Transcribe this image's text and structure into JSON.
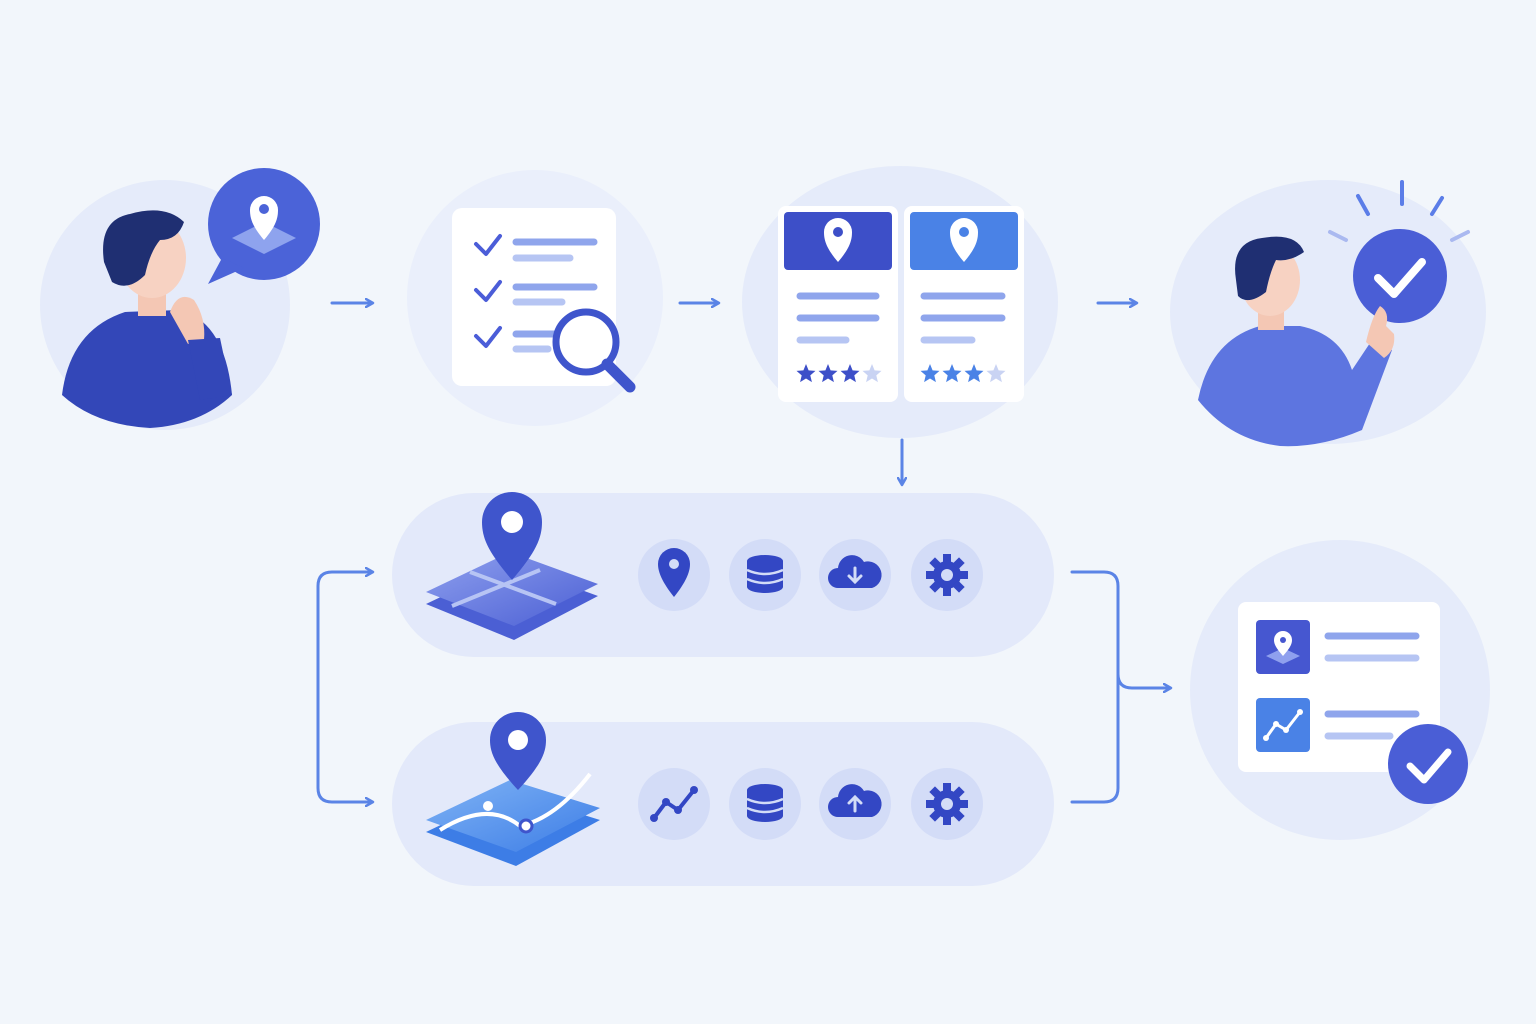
{
  "colors": {
    "background": "#f2f6fb",
    "accent_dark": "#3347c4",
    "accent": "#4b63d8",
    "accent_light": "#5b84e6",
    "bubble": "#e5ebfa"
  },
  "steps": [
    {
      "name": "thinking-person",
      "icons": [
        "person-icon",
        "location-pin-icon",
        "speech-bubble-icon"
      ]
    },
    {
      "name": "checklist-search",
      "icons": [
        "checklist-icon",
        "magnifier-icon"
      ]
    },
    {
      "name": "compare-cards",
      "icons": [
        "location-pin-icon",
        "star-rating-icon"
      ],
      "ratings": [
        3,
        3
      ],
      "rating_max": 4
    },
    {
      "name": "person-confirm",
      "icons": [
        "person-icon",
        "check-icon"
      ]
    }
  ],
  "pipelines": [
    {
      "name": "map-pipeline",
      "icons": [
        "map-pin-icon",
        "location-pin-icon",
        "database-icon",
        "cloud-icon",
        "gear-icon"
      ]
    },
    {
      "name": "route-pipeline",
      "icons": [
        "route-map-icon",
        "chart-line-icon",
        "database-icon",
        "cloud-icon",
        "gear-icon"
      ]
    }
  ],
  "result": {
    "name": "result-report",
    "icons": [
      "map-icon",
      "chart-line-icon",
      "check-icon"
    ]
  }
}
